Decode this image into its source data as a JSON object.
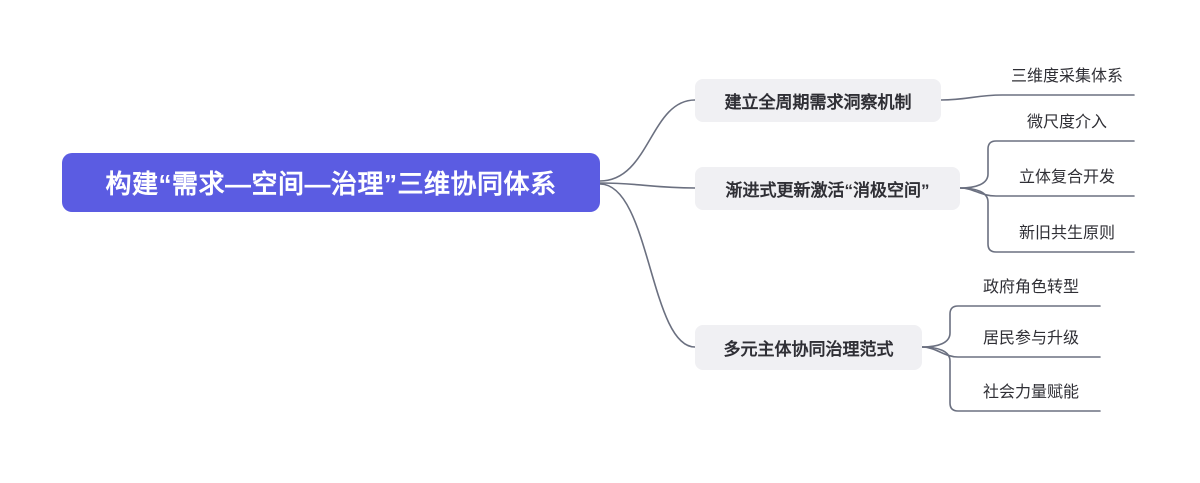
{
  "mindmap": {
    "root": {
      "label": "构建“需求—空间—治理”三维协同体系"
    },
    "branches": [
      {
        "label": "建立全周期需求洞察机制",
        "leaves": [
          {
            "label": "三维度采集体系"
          }
        ]
      },
      {
        "label": "渐进式更新激活“消极空间”",
        "leaves": [
          {
            "label": "微尺度介入"
          },
          {
            "label": "立体复合开发"
          },
          {
            "label": "新旧共生原则"
          }
        ]
      },
      {
        "label": "多元主体协同治理范式",
        "leaves": [
          {
            "label": "政府角色转型"
          },
          {
            "label": "居民参与升级"
          },
          {
            "label": "社会力量赋能"
          }
        ]
      }
    ],
    "colors": {
      "root_bg": "#5b5ce2",
      "root_text": "#ffffff",
      "branch_bg": "#f0f0f3",
      "topic_text": "#2f2f35",
      "line": "#6b7080",
      "background": "#ffffff"
    }
  }
}
